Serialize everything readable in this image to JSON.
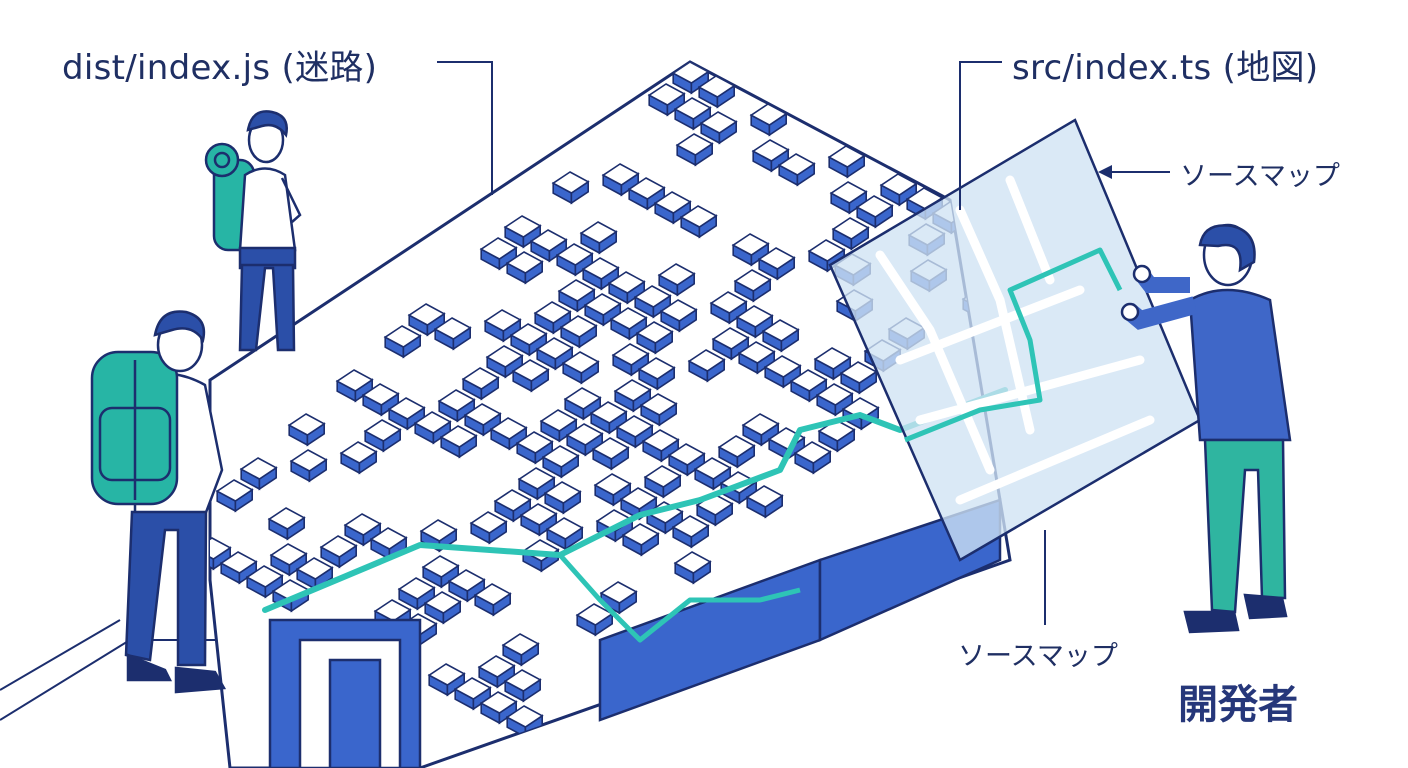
{
  "labels": {
    "dist_file": "dist/index.js (迷路)",
    "src_file": "src/index.ts (地図)",
    "sourcemap_top": "ソースマップ",
    "sourcemap_bottom": "ソースマップ",
    "developer": "開発者"
  },
  "colors": {
    "navy": "#1c2e6e",
    "wall_blue": "#3a66cc",
    "wall_top": "#ffffff",
    "path_teal": "#2ec4b6",
    "map_glass": "#cfe3f3",
    "backpack": "#27b5a5",
    "jacket_blue": "#3f67c8",
    "pants_teal": "#2fb5a0"
  }
}
